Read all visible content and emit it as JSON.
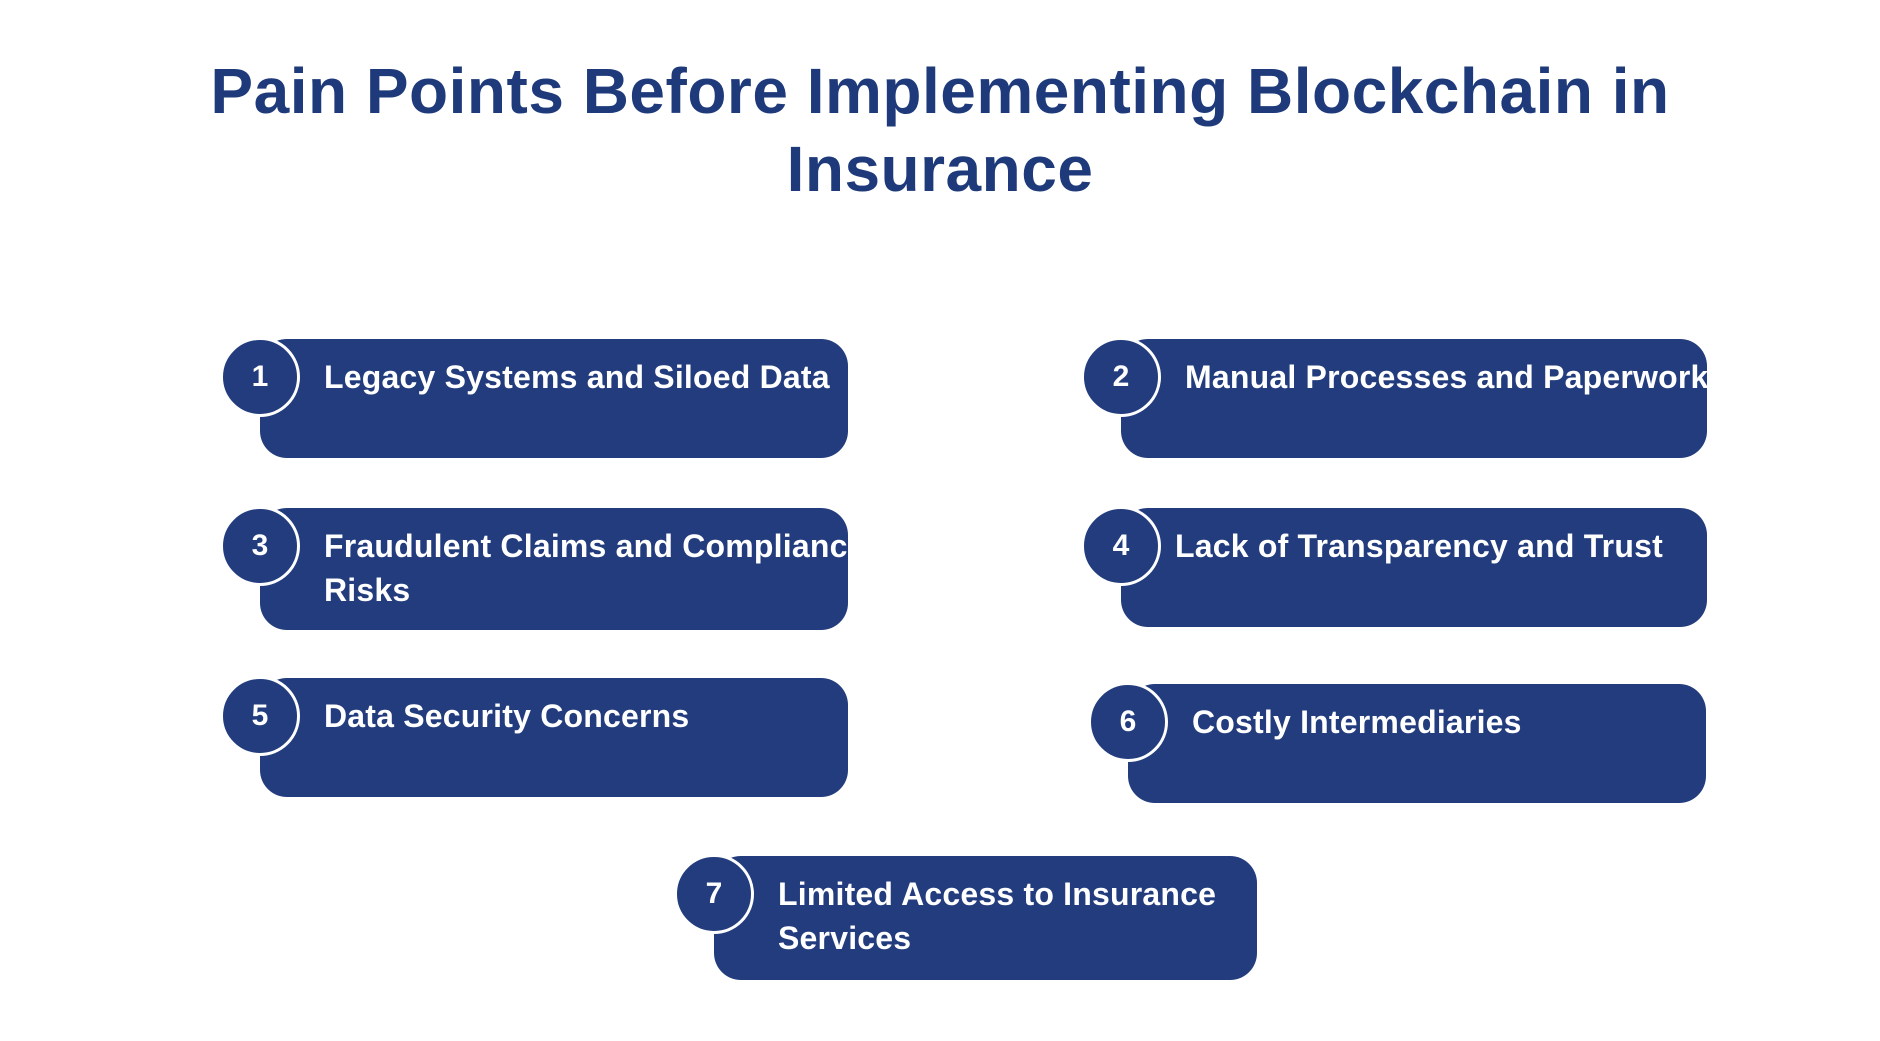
{
  "page": {
    "background_color": "#ffffff",
    "accent_navy": "#223c7d",
    "title_color": "#1e3a7a",
    "card_text_color": "#ffffff",
    "badge_border_color": "#ffffff"
  },
  "title": {
    "text": "Pain Points Before Implementing Blockchain in Insurance",
    "lines": [
      "Pain Points Before Implementing Blockchain in",
      "Insurance"
    ]
  },
  "items": [
    {
      "number": "1",
      "label": "Legacy Systems and Siloed Data",
      "lines": [
        "Legacy Systems and Siloed Data"
      ]
    },
    {
      "number": "2",
      "label": "Manual Processes and Paperwork",
      "lines": [
        "Manual Processes and Paperwork"
      ]
    },
    {
      "number": "3",
      "label": "Fraudulent Claims and Compliance Risks",
      "lines": [
        "Fraudulent Claims and Compliance",
        "Risks"
      ]
    },
    {
      "number": "4",
      "label": "Lack of Transparency and Trust",
      "lines": [
        "Lack of Transparency and Trust"
      ]
    },
    {
      "number": "5",
      "label": "Data Security Concerns",
      "lines": [
        "Data Security Concerns"
      ]
    },
    {
      "number": "6",
      "label": "Costly Intermediaries",
      "lines": [
        "Costly Intermediaries"
      ]
    },
    {
      "number": "7",
      "label": "Limited Access to Insurance Services",
      "lines": [
        "Limited Access to Insurance",
        "Services"
      ]
    }
  ]
}
